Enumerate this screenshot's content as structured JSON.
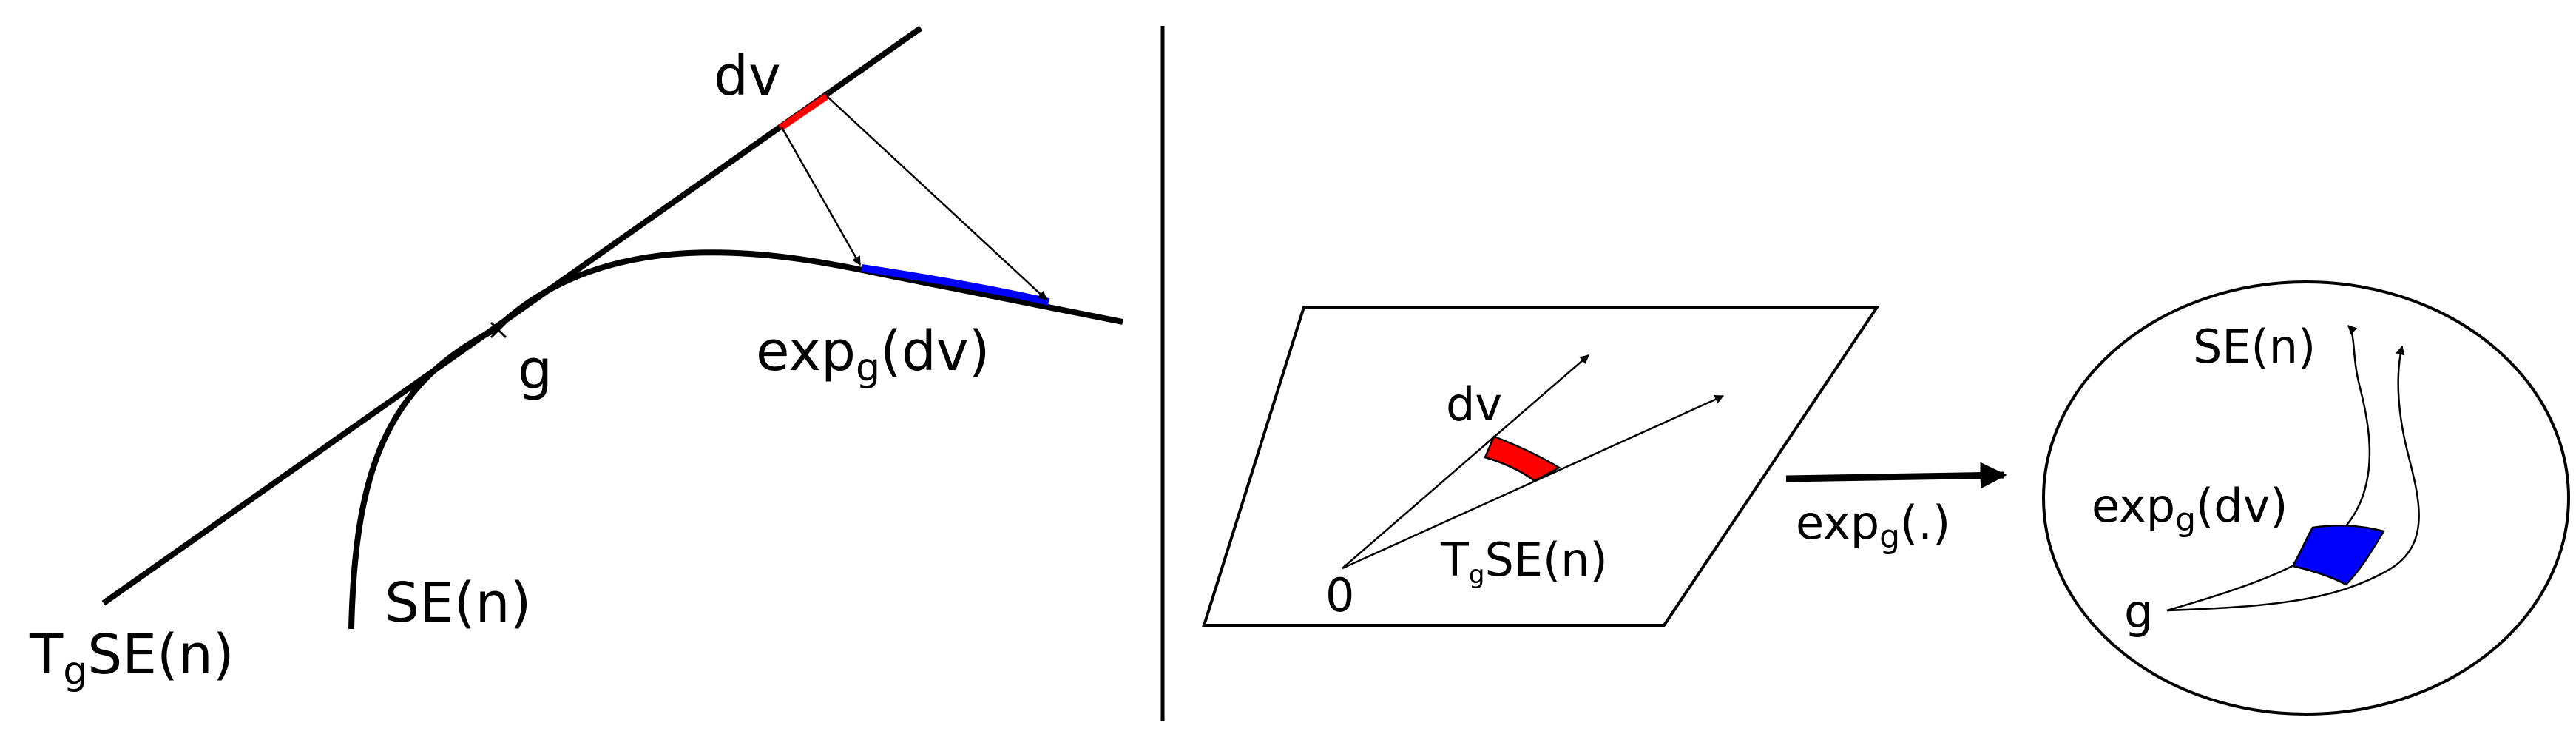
{
  "colors": {
    "ink": "#000000",
    "highlight_tangent": "#ff0000",
    "highlight_manifold": "#0000ff"
  },
  "left_panel": {
    "tangent_line_label": {
      "main": "T",
      "sub": "g",
      "rest": "SE(n)"
    },
    "manifold_label": "SE(n)",
    "point_label": "g",
    "tangent_segment_label": "dv",
    "mapped_segment_label": {
      "main": "exp",
      "sub": "g",
      "rest": "(dv)"
    }
  },
  "right_panel": {
    "tangent_plane_label": {
      "main": "T",
      "sub": "g",
      "rest": "SE(n)"
    },
    "origin_label": "0",
    "tangent_segment_label": "dv",
    "map_label": {
      "main": "exp",
      "sub": "g",
      "rest": "(.)"
    },
    "manifold_label": "SE(n)",
    "mapped_patch_label": {
      "main": "exp",
      "sub": "g",
      "rest": "(dv)"
    },
    "point_label": "g"
  }
}
